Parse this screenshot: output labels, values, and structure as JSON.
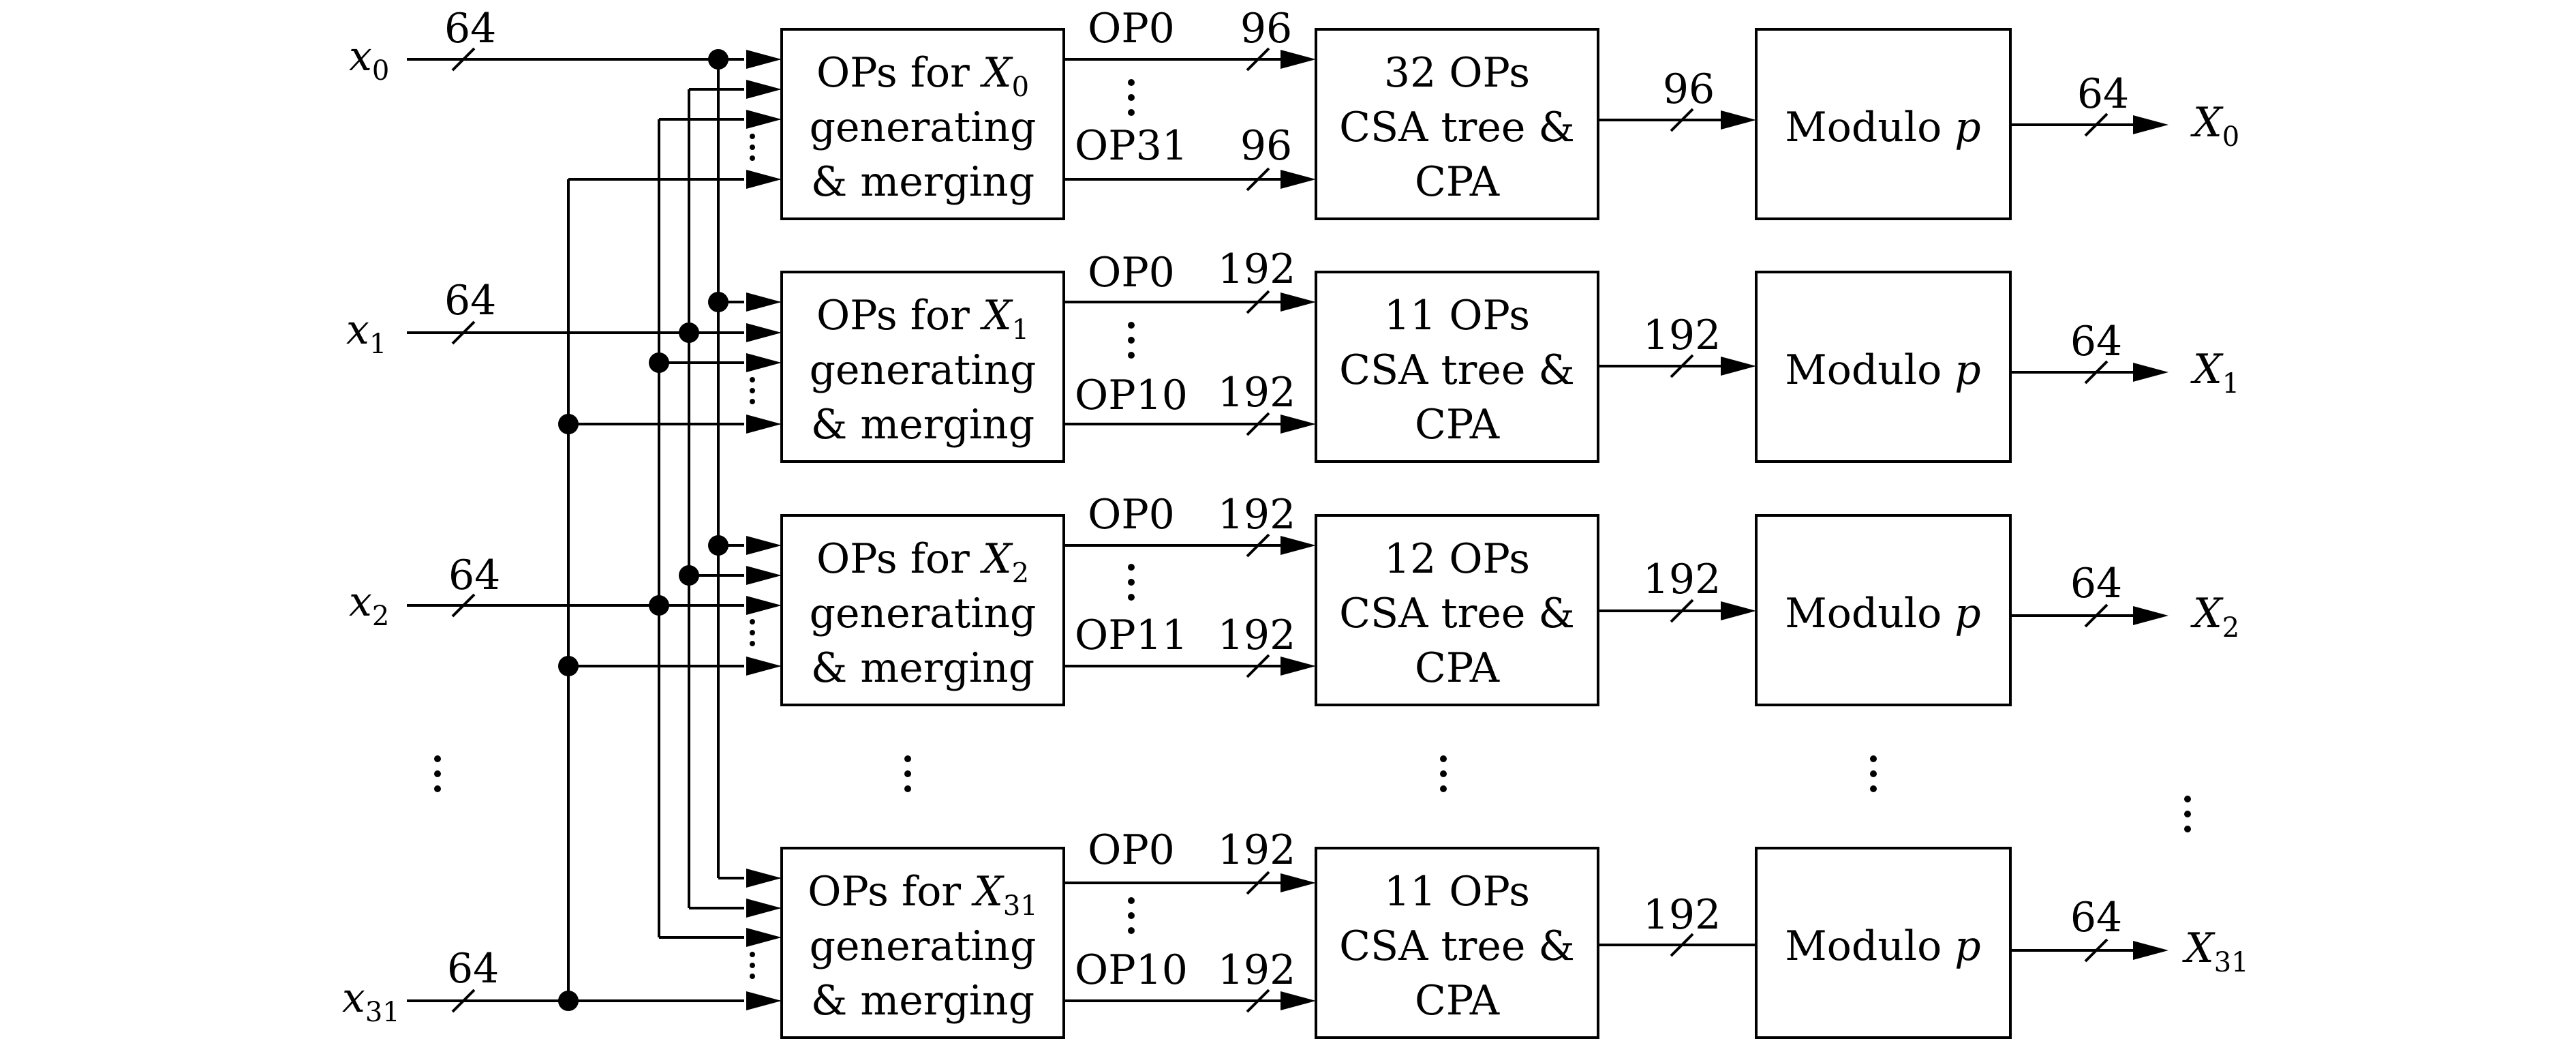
{
  "inputs": [
    {
      "var": "x",
      "sub": "0",
      "width": "64"
    },
    {
      "var": "x",
      "sub": "1",
      "width": "64"
    },
    {
      "var": "x",
      "sub": "2",
      "width": "64"
    },
    {
      "var": "x",
      "sub": "31",
      "width": "64"
    }
  ],
  "op_blocks": [
    {
      "line1": "OPs for ",
      "var": "X",
      "sub": "0",
      "line2": "generating",
      "line3": "& merging"
    },
    {
      "line1": "OPs for ",
      "var": "X",
      "sub": "1",
      "line2": "generating",
      "line3": "& merging"
    },
    {
      "line1": "OPs for ",
      "var": "X",
      "sub": "2",
      "line2": "generating",
      "line3": "& merging"
    },
    {
      "line1": "OPs for ",
      "var": "X",
      "sub": "31",
      "line2": "generating",
      "line3": "& merging"
    }
  ],
  "op_links": [
    {
      "first": "OP0",
      "last": "OP31",
      "width_first": "96",
      "width_last": "96"
    },
    {
      "first": "OP0",
      "last": "OP10",
      "width_first": "192",
      "width_last": "192"
    },
    {
      "first": "OP0",
      "last": "OP11",
      "width_first": "192",
      "width_last": "192"
    },
    {
      "first": "OP0",
      "last": "OP10",
      "width_first": "192",
      "width_last": "192"
    }
  ],
  "csa_blocks": [
    {
      "line1": "32 OPs",
      "line2": "CSA tree &",
      "line3": "CPA"
    },
    {
      "line1": "11 OPs",
      "line2": "CSA tree &",
      "line3": "CPA"
    },
    {
      "line1": "12 OPs",
      "line2": "CSA tree &",
      "line3": "CPA"
    },
    {
      "line1": "11 OPs",
      "line2": "CSA tree &",
      "line3": "CPA"
    }
  ],
  "csa_out_widths": [
    "96",
    "192",
    "192",
    "192"
  ],
  "mod_blocks": [
    {
      "label": "Modulo ",
      "var": "p"
    },
    {
      "label": "Modulo ",
      "var": "p"
    },
    {
      "label": "Modulo ",
      "var": "p"
    },
    {
      "label": "Modulo ",
      "var": "p"
    }
  ],
  "outputs": [
    {
      "var": "X",
      "sub": "0",
      "width": "64"
    },
    {
      "var": "X",
      "sub": "1",
      "width": "64"
    },
    {
      "var": "X",
      "sub": "2",
      "width": "64"
    },
    {
      "var": "X",
      "sub": "31",
      "width": "64"
    }
  ],
  "colors": {
    "stroke": "#000000",
    "background": "#ffffff"
  }
}
